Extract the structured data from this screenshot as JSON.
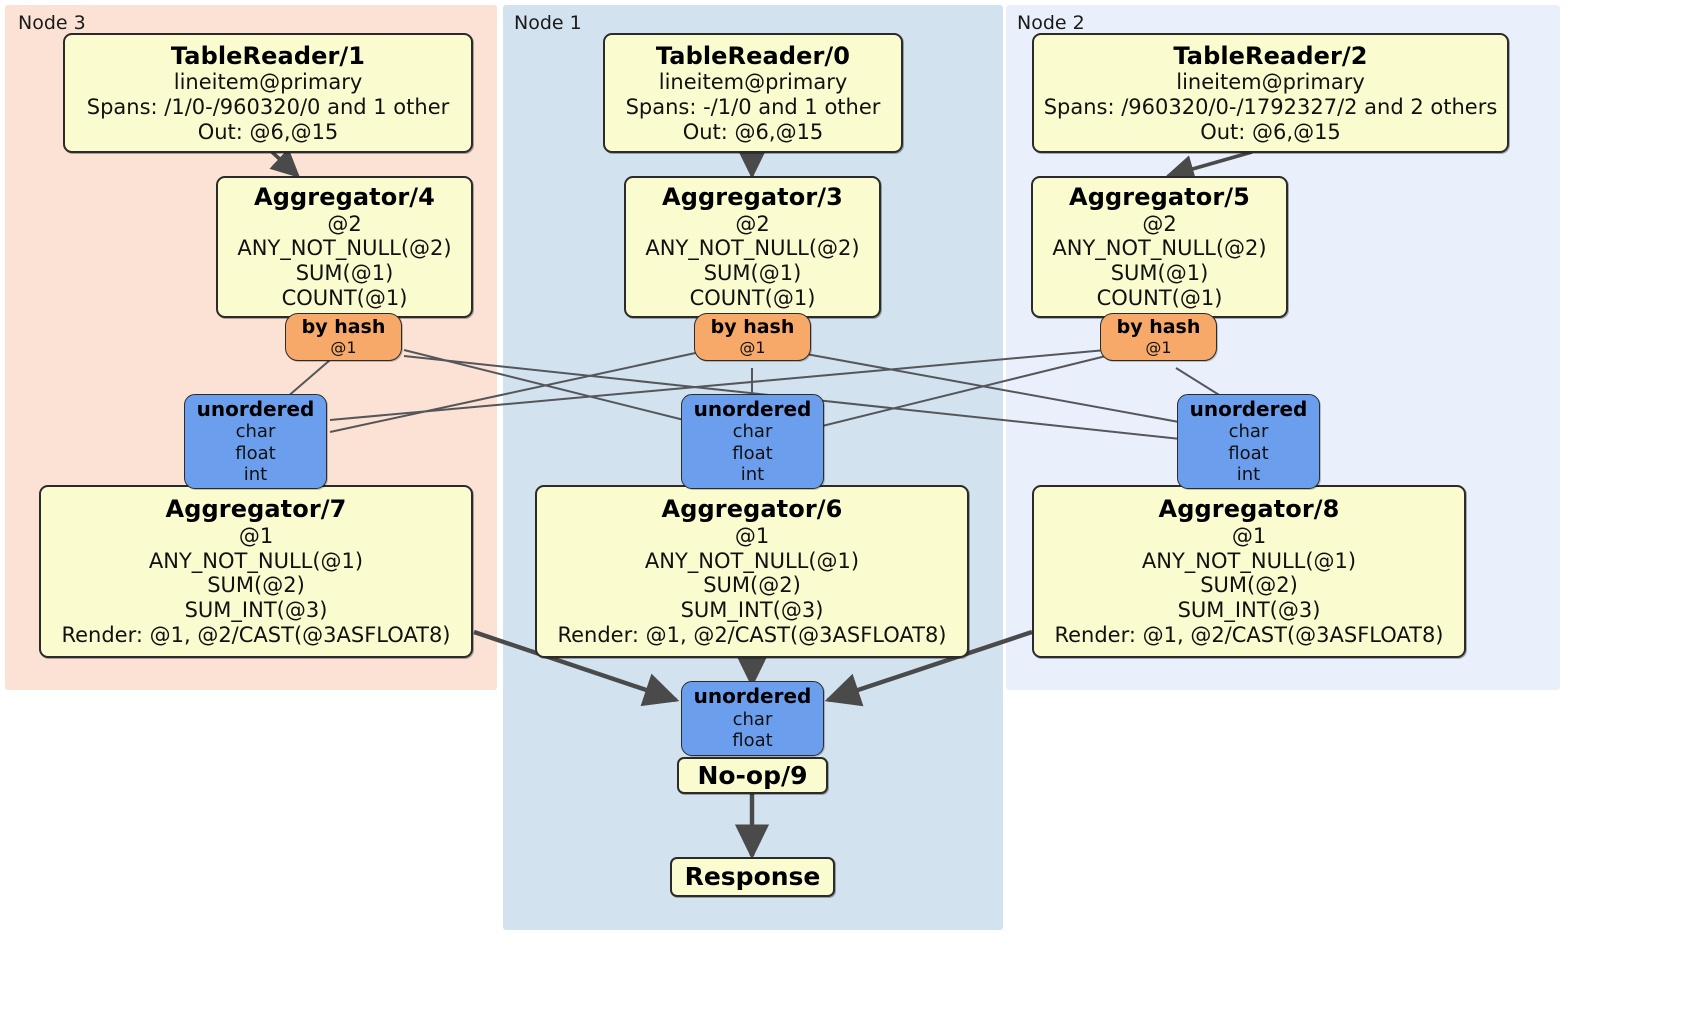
{
  "diagram": {
    "title": "Distributed query physical plan",
    "colors": {
      "node3_panel": "#fbe2d5",
      "node1_panel": "#d2e2ee",
      "node2_panel": "#eaf0fb",
      "processor_fill": "#fbfbd0",
      "router_fill": "#f7a96a",
      "receiver_fill": "#6b9fee",
      "edge_stroke": "#4a4a4a",
      "thin_edge_stroke": "#55565a",
      "border": "#2b2b2b"
    }
  },
  "panels": [
    {
      "id": "node3",
      "label": "Node 3"
    },
    {
      "id": "node1",
      "label": "Node 1"
    },
    {
      "id": "node2",
      "label": "Node 2"
    }
  ],
  "nodes": {
    "tablereader_1": {
      "title": "TableReader/1",
      "lines": [
        "lineitem@primary",
        "Spans: /1/0-/960320/0 and 1 other",
        "Out: @6,@15"
      ]
    },
    "tablereader_0": {
      "title": "TableReader/0",
      "lines": [
        "lineitem@primary",
        "Spans: -/1/0 and 1 other",
        "Out: @6,@15"
      ]
    },
    "tablereader_2": {
      "title": "TableReader/2",
      "lines": [
        "lineitem@primary",
        "Spans: /960320/0-/1792327/2 and 2 others",
        "Out: @6,@15"
      ]
    },
    "aggregator_4": {
      "title": "Aggregator/4",
      "lines": [
        "@2",
        "ANY_NOT_NULL(@2)",
        "SUM(@1)",
        "COUNT(@1)"
      ]
    },
    "aggregator_3": {
      "title": "Aggregator/3",
      "lines": [
        "@2",
        "ANY_NOT_NULL(@2)",
        "SUM(@1)",
        "COUNT(@1)"
      ]
    },
    "aggregator_5": {
      "title": "Aggregator/5",
      "lines": [
        "@2",
        "ANY_NOT_NULL(@2)",
        "SUM(@1)",
        "COUNT(@1)"
      ]
    },
    "router_left": {
      "title": "by hash",
      "lines": [
        "@1"
      ]
    },
    "router_center": {
      "title": "by hash",
      "lines": [
        "@1"
      ]
    },
    "router_right": {
      "title": "by hash",
      "lines": [
        "@1"
      ]
    },
    "recv_left": {
      "title": "unordered",
      "lines": [
        "char",
        "float",
        "int"
      ]
    },
    "recv_center": {
      "title": "unordered",
      "lines": [
        "char",
        "float",
        "int"
      ]
    },
    "recv_right": {
      "title": "unordered",
      "lines": [
        "char",
        "float",
        "int"
      ]
    },
    "aggregator_7": {
      "title": "Aggregator/7",
      "lines": [
        "@1",
        "ANY_NOT_NULL(@1)",
        "SUM(@2)",
        "SUM_INT(@3)",
        "Render: @1, @2/CAST(@3ASFLOAT8)"
      ]
    },
    "aggregator_6": {
      "title": "Aggregator/6",
      "lines": [
        "@1",
        "ANY_NOT_NULL(@1)",
        "SUM(@2)",
        "SUM_INT(@3)",
        "Render: @1, @2/CAST(@3ASFLOAT8)"
      ]
    },
    "aggregator_8": {
      "title": "Aggregator/8",
      "lines": [
        "@1",
        "ANY_NOT_NULL(@1)",
        "SUM(@2)",
        "SUM_INT(@3)",
        "Render: @1, @2/CAST(@3ASFLOAT8)"
      ]
    },
    "recv_final": {
      "title": "unordered",
      "lines": [
        "char",
        "float"
      ]
    },
    "noop_9": {
      "title": "No-op/9"
    },
    "response": {
      "title": "Response"
    }
  }
}
